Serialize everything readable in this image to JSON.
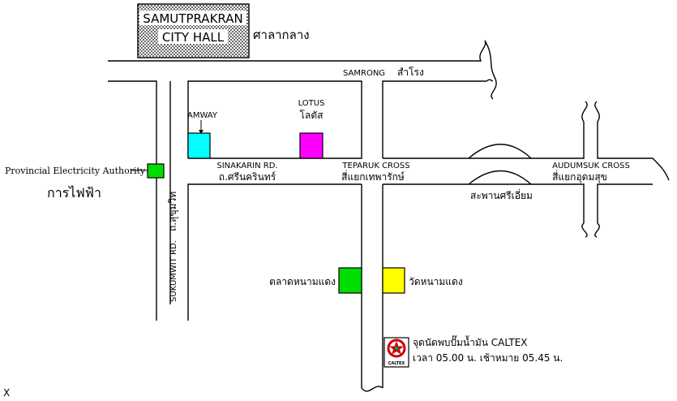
{
  "city_hall": {
    "name_line1": "SAMUTPRAKRAN",
    "name_line2": "CITY  HALL",
    "thai_name": "ศาลากลาง"
  },
  "roads": {
    "samrong": "SAMRONG",
    "samrong_thai": "สำโรง",
    "sinakarin": "SINAKARIN  RD.",
    "sinakarin_thai": "ถ.ศรีนครินทร์",
    "sukumwit": "SUKUMWIT RD.",
    "sukumwit_thai": "ถ.สุขุมวิท"
  },
  "junctions": {
    "teparuk": "TEPARUK  CROSS",
    "teparuk_thai": "สี่แยกเทพารักษ์",
    "audumsuk": "AUDUMSUK  CROSS",
    "audumsuk_thai": "สี่แยกอุดมสุข",
    "bridge_thai": "สะพานศรีเอี่ยม"
  },
  "landmarks": {
    "amway": {
      "label": "AMWAY",
      "color": "#00ffff"
    },
    "lotus": {
      "label": "LOTUS",
      "label_thai": "โลตัส",
      "color": "#ff00ff"
    },
    "pea": {
      "label": "Provincial Electricity Authority",
      "label_thai": "การไฟฟ้า",
      "color": "#00dd00"
    },
    "market": {
      "label_thai": "ตลาดหนามแดง",
      "color": "#00dd00"
    },
    "temple": {
      "label_thai": "วัดหนามแดง",
      "color": "#ffff00"
    }
  },
  "caltex": {
    "brand": "CALTEX",
    "line1": "จุดนัดพบปั๊มน้ำมัน CALTEX",
    "line2": "เวลา 05.00 น. เช้าหมาย 05.45 น."
  },
  "corner_mark": "X"
}
